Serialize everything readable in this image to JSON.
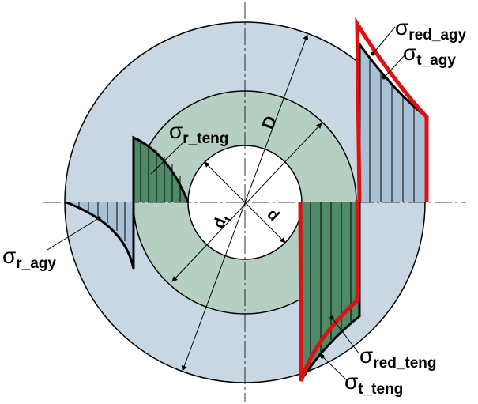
{
  "labels": {
    "sigma_red_agy": {
      "symbol": "σ",
      "sub": "red_agy"
    },
    "sigma_t_agy": {
      "symbol": "σ",
      "sub": "t_agy"
    },
    "sigma_r_teng": {
      "symbol": "σ",
      "sub": "r_teng"
    },
    "sigma_r_agy": {
      "symbol": "σ",
      "sub": "r_agy"
    },
    "sigma_red_teng": {
      "symbol": "σ",
      "sub": "red_teng"
    },
    "sigma_t_teng": {
      "symbol": "σ",
      "sub": "t_teng"
    },
    "dim_D": "D",
    "dim_dt": {
      "main": "d",
      "sub": "t"
    },
    "dim_d": "d"
  },
  "colors": {
    "outer_disk": "#c8d7e2",
    "hub": "#b5d0c3",
    "bore": "#ffffff",
    "dark_fill": "#4f8a68",
    "light_fill": "#a9c1d4",
    "red_curve": "#dd1111",
    "line": "#000000"
  }
}
